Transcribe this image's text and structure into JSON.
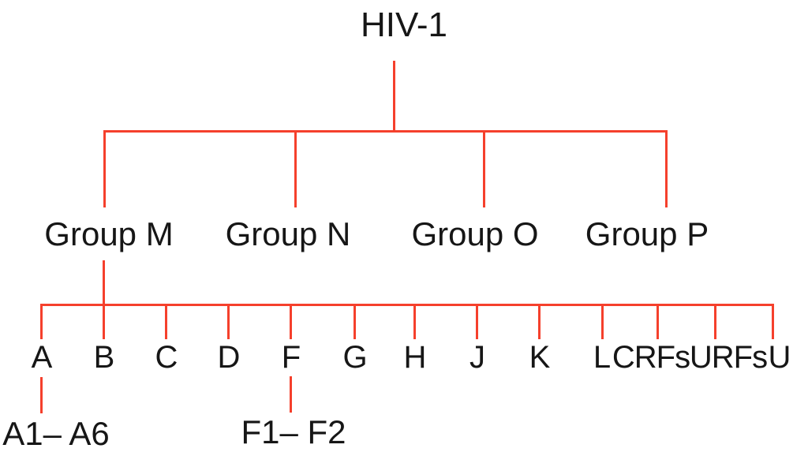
{
  "colors": {
    "line": "#f5402c",
    "text": "#161616",
    "background": "#ffffff"
  },
  "tree": {
    "root": {
      "label": "HIV-1"
    },
    "groups": [
      {
        "label": "Group M"
      },
      {
        "label": "Group N"
      },
      {
        "label": "Group O"
      },
      {
        "label": "Group P"
      }
    ],
    "group_m_subtypes": [
      {
        "label": "A"
      },
      {
        "label": "B"
      },
      {
        "label": "C"
      },
      {
        "label": "D"
      },
      {
        "label": "F"
      },
      {
        "label": "G"
      },
      {
        "label": "H"
      },
      {
        "label": "J"
      },
      {
        "label": "K"
      },
      {
        "label": "L"
      },
      {
        "label": "CRFs"
      },
      {
        "label": "URFs"
      },
      {
        "label": "U"
      }
    ],
    "sub_subtypes": [
      {
        "parent": "A",
        "label": "A1– A6"
      },
      {
        "parent": "F",
        "label": "F1– F2"
      }
    ]
  }
}
